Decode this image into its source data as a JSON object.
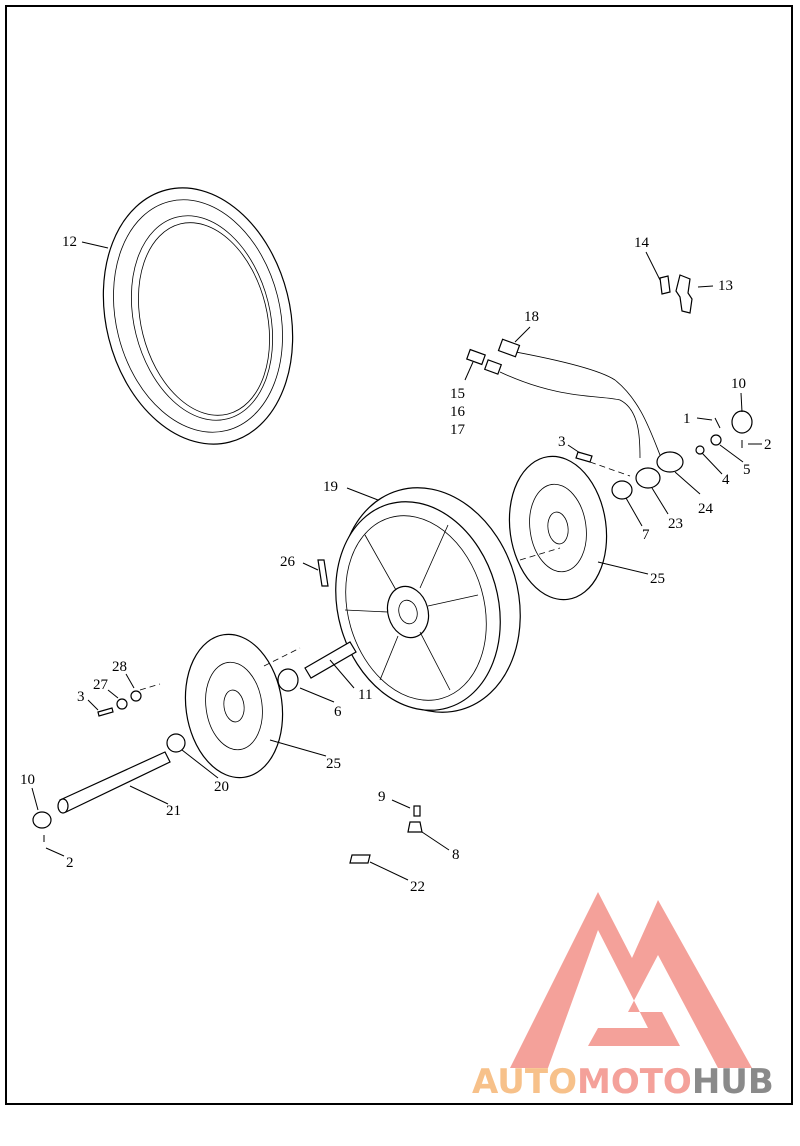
{
  "callouts": [
    {
      "id": "c12",
      "label": "12"
    },
    {
      "id": "c14",
      "label": "14"
    },
    {
      "id": "c13",
      "label": "13"
    },
    {
      "id": "c18",
      "label": "18"
    },
    {
      "id": "c15",
      "label": "15"
    },
    {
      "id": "c16",
      "label": "16"
    },
    {
      "id": "c17",
      "label": "17"
    },
    {
      "id": "c10a",
      "label": "10"
    },
    {
      "id": "c1",
      "label": "1"
    },
    {
      "id": "c2a",
      "label": "2"
    },
    {
      "id": "c5",
      "label": "5"
    },
    {
      "id": "c4",
      "label": "4"
    },
    {
      "id": "c3a",
      "label": "3"
    },
    {
      "id": "c24",
      "label": "24"
    },
    {
      "id": "c23",
      "label": "23"
    },
    {
      "id": "c7",
      "label": "7"
    },
    {
      "id": "c19",
      "label": "19"
    },
    {
      "id": "c25a",
      "label": "25"
    },
    {
      "id": "c26",
      "label": "26"
    },
    {
      "id": "c28",
      "label": "28"
    },
    {
      "id": "c27",
      "label": "27"
    },
    {
      "id": "c3b",
      "label": "3"
    },
    {
      "id": "c11",
      "label": "11"
    },
    {
      "id": "c6",
      "label": "6"
    },
    {
      "id": "c25b",
      "label": "25"
    },
    {
      "id": "c20",
      "label": "20"
    },
    {
      "id": "c10b",
      "label": "10"
    },
    {
      "id": "c21",
      "label": "21"
    },
    {
      "id": "c2b",
      "label": "2"
    },
    {
      "id": "c9",
      "label": "9"
    },
    {
      "id": "c8",
      "label": "8"
    },
    {
      "id": "c22",
      "label": "22"
    }
  ],
  "watermark": {
    "part1": "AUTO",
    "part2": "MOTO",
    "part3": "HUB",
    "color_primary": "#f4a19a",
    "color_accent": "#f7c18a",
    "color_gray": "#8a8a8a"
  }
}
